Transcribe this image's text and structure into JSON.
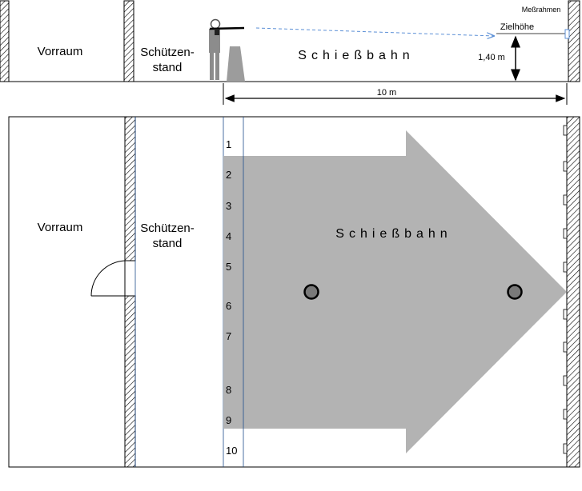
{
  "side_view": {
    "vorraum": "Vorraum",
    "stand_line1": "Schützen-",
    "stand_line2": "stand",
    "bahn": "Schießbahn",
    "messrahmen": "Meßrahmen",
    "zielhoehe": "Zielhöhe",
    "height": "1,40 m",
    "distance": "10 m"
  },
  "top_view": {
    "vorraum": "Vorraum",
    "stand_line1": "Schützen-",
    "stand_line2": "stand",
    "bahn": "Schießbahn",
    "lanes": [
      "1",
      "2",
      "3",
      "4",
      "5",
      "6",
      "7",
      "8",
      "9",
      "10"
    ]
  },
  "colors": {
    "arrow_fill": "#b3b3b3",
    "lane_line": "#1f4e8c",
    "sight_line": "#5b8fd6"
  }
}
